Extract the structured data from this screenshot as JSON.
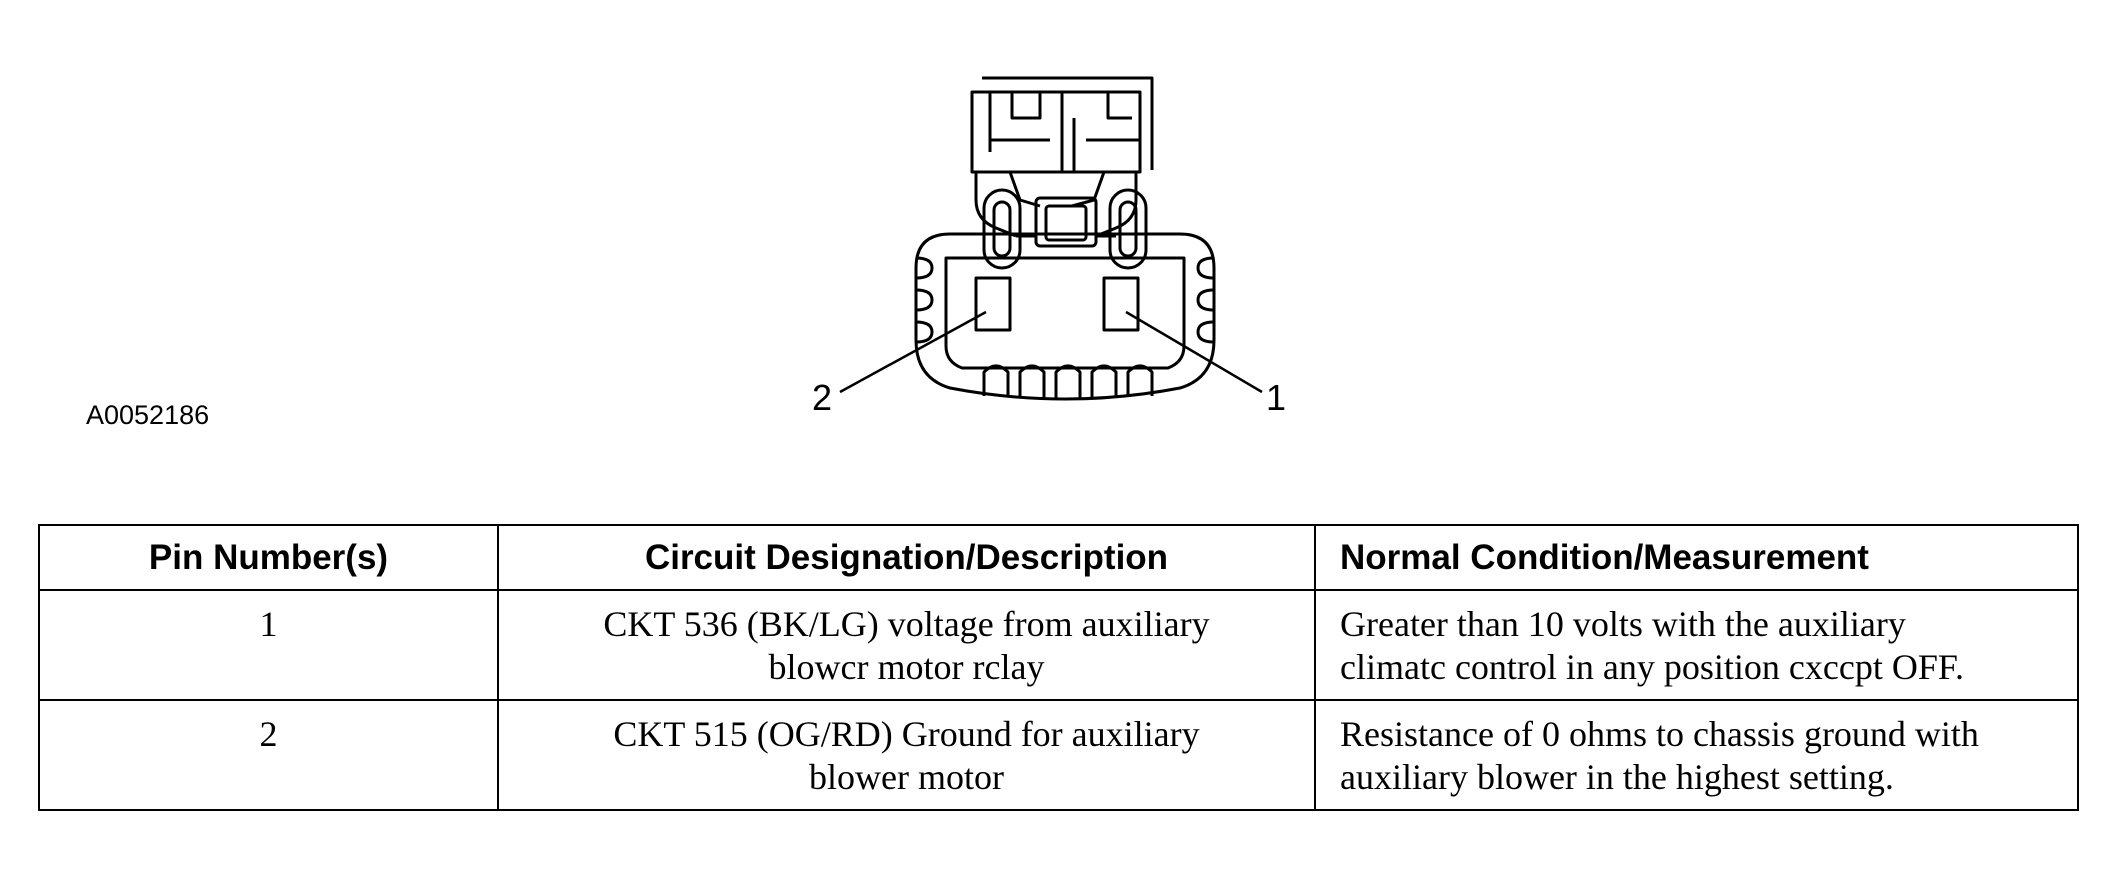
{
  "figure": {
    "id": "A0052186",
    "pin_callouts": [
      "2",
      "1"
    ]
  },
  "table": {
    "headers": [
      "Pin Number(s)",
      "Circuit Designation/Description",
      "Normal Condition/Measurement"
    ],
    "rows": [
      {
        "pin": "1",
        "description": [
          "CKT 536 (BK/LG) voltage from auxiliary",
          "blowcr motor rclay"
        ],
        "condition": [
          "Greater than 10 volts with the auxiliary",
          "climatc control in any position cxccpt OFF."
        ]
      },
      {
        "pin": "2",
        "description": [
          "CKT 515 (OG/RD) Ground for auxiliary",
          "blower motor"
        ],
        "condition": [
          "Resistance of 0 ohms to chassis ground with",
          "auxiliary blower in the highest setting."
        ]
      }
    ]
  }
}
